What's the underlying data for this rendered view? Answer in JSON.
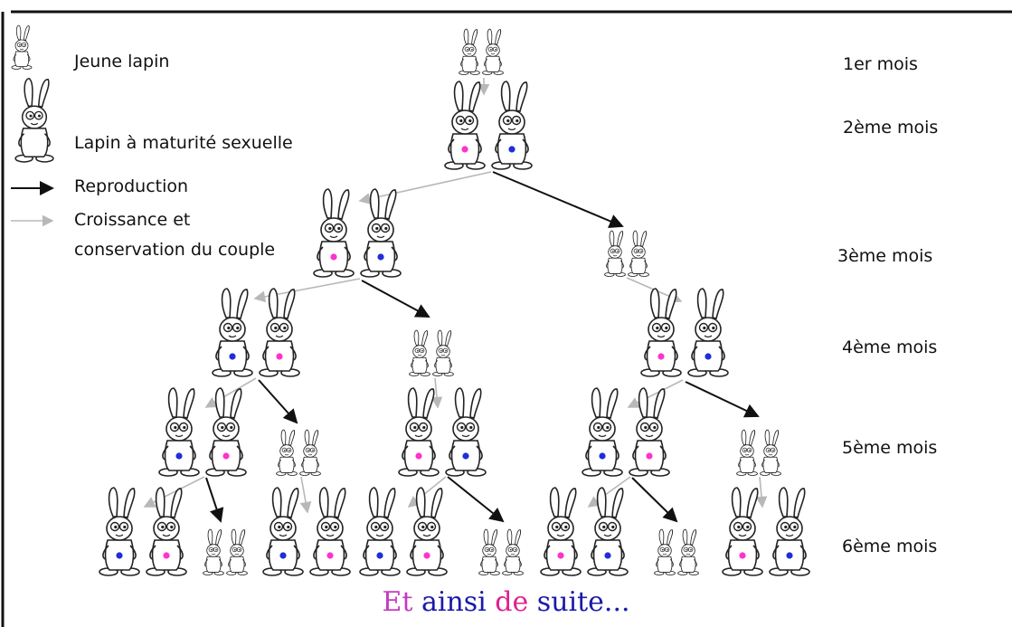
{
  "legend": {
    "young": "Jeune lapin",
    "adult": "Lapin à maturité sexuelle",
    "reproduction": "Reproduction",
    "growth_line1": "Croissance et",
    "growth_line2": "conservation du couple"
  },
  "months": [
    "1er mois",
    "2ème mois",
    "3ème mois",
    "4ème mois",
    "5ème mois",
    "6ème mois"
  ],
  "caption": [
    {
      "text": "Et ",
      "color": "#c23cc4"
    },
    {
      "text": "ainsi ",
      "color": "#1a1aa8"
    },
    {
      "text": "de ",
      "color": "#e0208f"
    },
    {
      "text": "suite",
      "color": "#1a1aa8"
    },
    {
      "text": "...",
      "color": "#1a1aa8"
    }
  ],
  "colors": {
    "reproduction_arrow": "#111111",
    "growth_arrow": "#b8b8b8",
    "female_dot": "#ff33cc",
    "male_dot": "#1e2fd8"
  },
  "tree": [
    {
      "month": 1,
      "pairs": [
        {
          "kind": "young"
        }
      ]
    },
    {
      "month": 2,
      "pairs": [
        {
          "kind": "adult",
          "order": "pb"
        }
      ]
    },
    {
      "month": 3,
      "pairs": [
        {
          "kind": "adult",
          "order": "pb"
        },
        {
          "kind": "young"
        }
      ]
    },
    {
      "month": 4,
      "pairs": [
        {
          "kind": "adult",
          "order": "bp"
        },
        {
          "kind": "young"
        },
        {
          "kind": "adult",
          "order": "pb"
        }
      ]
    },
    {
      "month": 5,
      "pairs": [
        {
          "kind": "adult",
          "order": "bp"
        },
        {
          "kind": "young"
        },
        {
          "kind": "adult",
          "order": "pb"
        },
        {
          "kind": "adult",
          "order": "bp"
        },
        {
          "kind": "young"
        }
      ]
    },
    {
      "month": 6,
      "pairs": [
        {
          "kind": "adult",
          "order": "bp"
        },
        {
          "kind": "young"
        },
        {
          "kind": "adult",
          "order": "bp"
        },
        {
          "kind": "adult",
          "order": "bp"
        },
        {
          "kind": "young"
        },
        {
          "kind": "adult",
          "order": "pb"
        },
        {
          "kind": "young"
        },
        {
          "kind": "adult",
          "order": "pb"
        }
      ]
    }
  ]
}
